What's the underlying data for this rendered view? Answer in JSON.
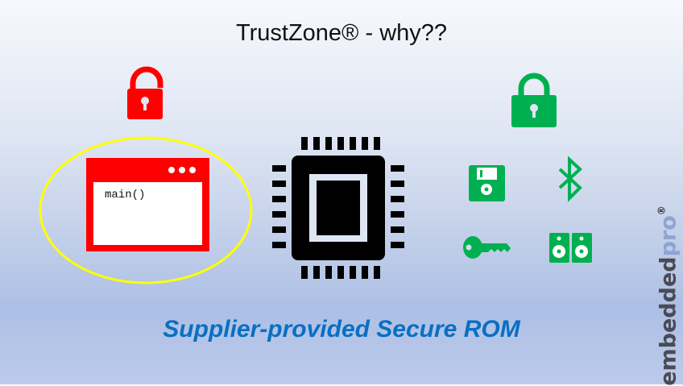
{
  "title": "TrustZone® - why??",
  "app_window": {
    "code": "main()"
  },
  "subtitle": "Supplier-provided Secure ROM",
  "logo": {
    "part1": "embedded",
    "part2": "pro",
    "mark": "®"
  },
  "colors": {
    "insecure": "#ff0000",
    "secure": "#00b050",
    "highlight": "#ffff00",
    "subtitle": "#0a6fc2"
  },
  "icons": [
    "unlocked-padlock-icon",
    "locked-padlock-icon",
    "chip-icon",
    "floppy-disk-icon",
    "bluetooth-icon",
    "key-icon",
    "speakers-icon"
  ]
}
